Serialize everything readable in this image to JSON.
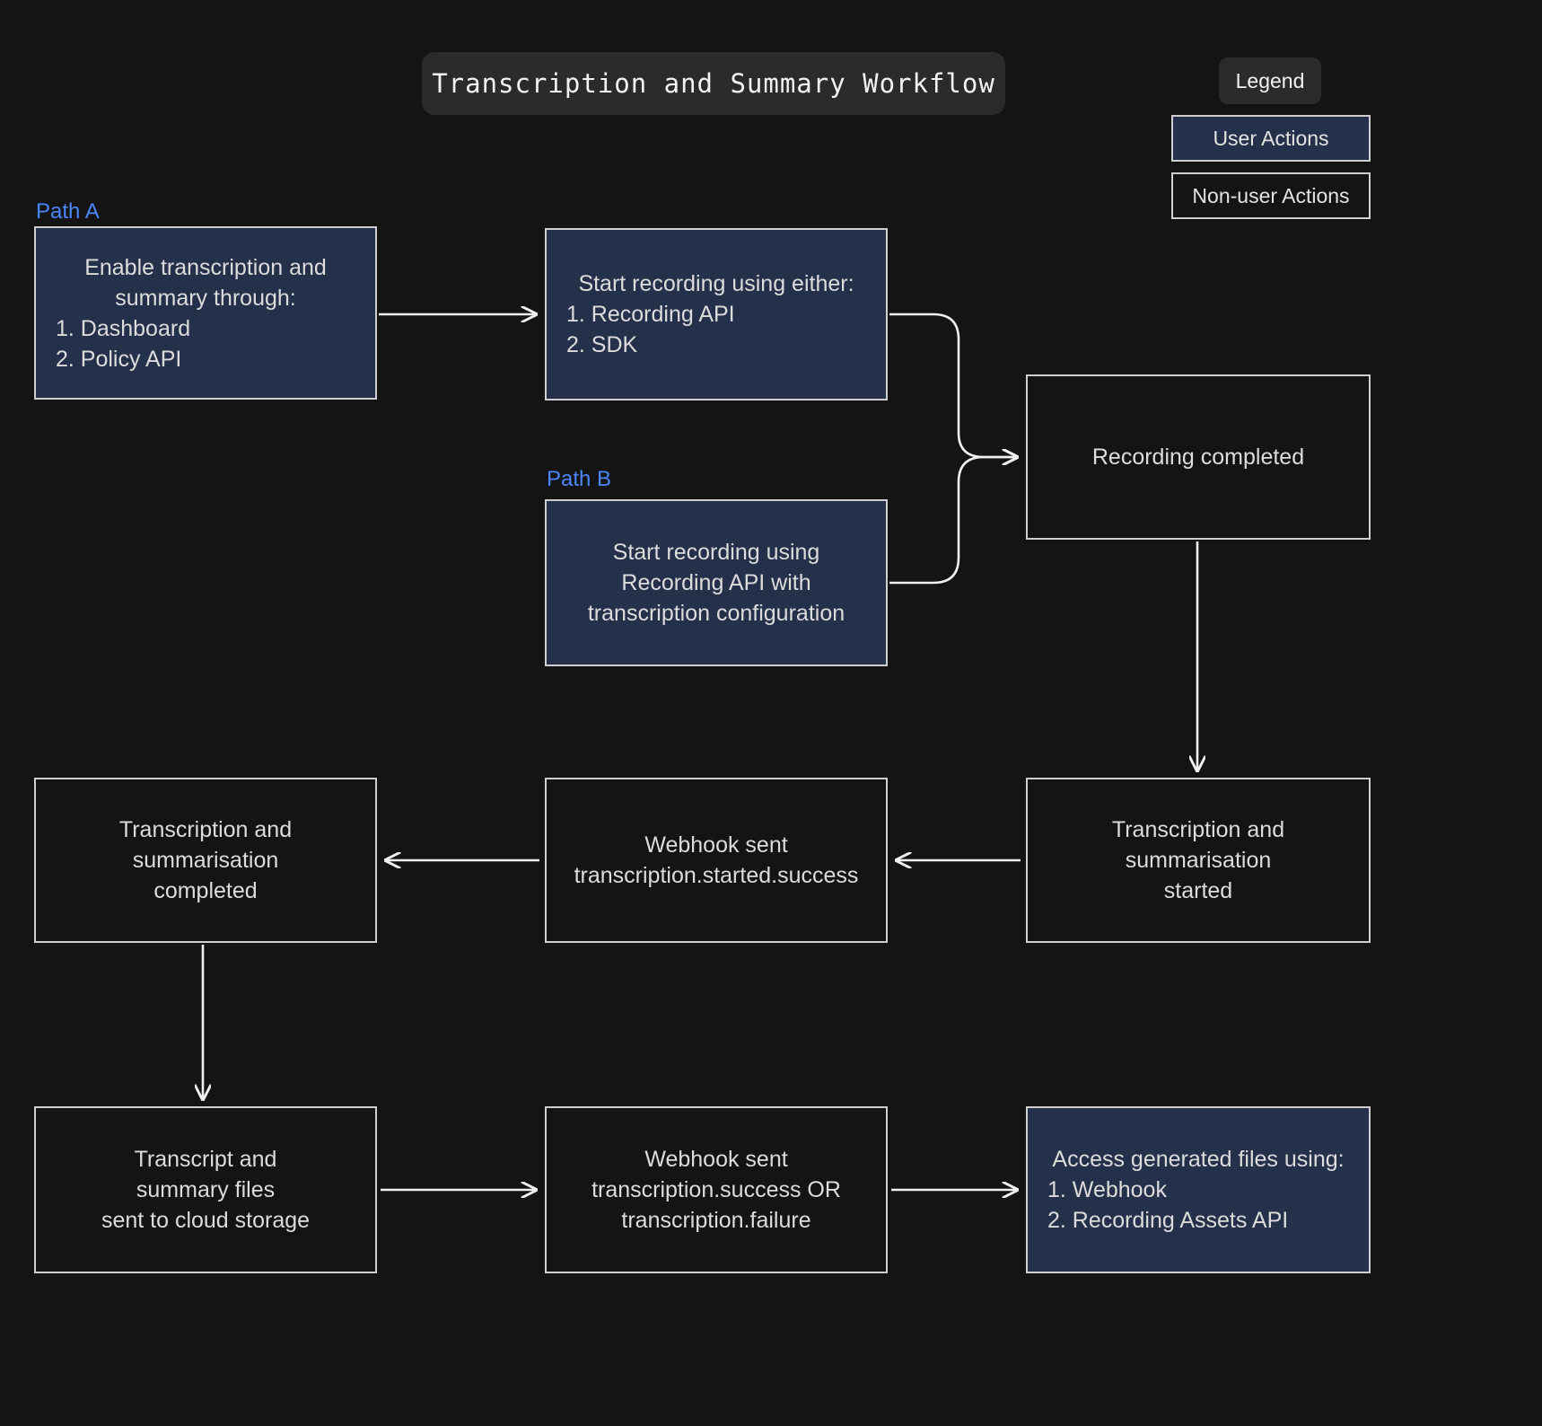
{
  "diagram": {
    "title": "Transcription and Summary Workflow",
    "background_color": "#141414",
    "accent_blue": "#25304a",
    "path_label_color": "#4a86f7",
    "stroke_color": "#cfcfcf"
  },
  "legend": {
    "heading": "Legend",
    "items": [
      {
        "label": "User Actions",
        "style": "blue-filled"
      },
      {
        "label": "Non-user Actions",
        "style": "outline"
      }
    ]
  },
  "path_labels": {
    "a": "Path A",
    "b": "Path B"
  },
  "nodes": [
    {
      "id": "enable",
      "kind": "user",
      "lines_centered": [
        "Enable transcription and",
        "summary through:"
      ],
      "lines_list": [
        "1. Dashboard",
        "2. Policy API"
      ]
    },
    {
      "id": "start-either",
      "kind": "user",
      "lines_centered": [
        "Start recording using either:"
      ],
      "lines_list": [
        "1. Recording API",
        "2. SDK"
      ]
    },
    {
      "id": "start-config",
      "kind": "user",
      "lines_centered": [
        "Start recording using",
        "Recording API with",
        "transcription configuration"
      ],
      "lines_list": []
    },
    {
      "id": "rec-complete",
      "kind": "non-user",
      "lines_centered": [
        "Recording completed"
      ],
      "lines_list": []
    },
    {
      "id": "trans-started",
      "kind": "non-user",
      "lines_centered": [
        "Transcription and",
        "summarisation",
        "started"
      ],
      "lines_list": []
    },
    {
      "id": "webhook-start",
      "kind": "non-user",
      "lines_centered": [
        "Webhook sent",
        "transcription.started.success"
      ],
      "lines_list": []
    },
    {
      "id": "trans-done",
      "kind": "non-user",
      "lines_centered": [
        "Transcription and",
        "summarisation",
        "completed"
      ],
      "lines_list": []
    },
    {
      "id": "files-cloud",
      "kind": "non-user",
      "lines_centered": [
        "Transcript and",
        "summary files",
        "sent to cloud storage"
      ],
      "lines_list": []
    },
    {
      "id": "webhook-end",
      "kind": "non-user",
      "lines_centered": [
        "Webhook sent",
        "transcription.success OR",
        "transcription.failure"
      ],
      "lines_list": []
    },
    {
      "id": "access-files",
      "kind": "user",
      "lines_centered": [
        "Access generated files using:"
      ],
      "lines_list": [
        "1. Webhook",
        "2. Recording Assets API"
      ]
    }
  ],
  "node_text": {
    "enable": {
      "l1": "Enable transcription and",
      "l2": "summary through:",
      "i1": "1. Dashboard",
      "i2": "2. Policy API"
    },
    "start_either": {
      "l1": "Start recording using either:",
      "i1": "1. Recording API",
      "i2": "2. SDK"
    },
    "start_config": {
      "l1": "Start recording using",
      "l2": "Recording API with",
      "l3": "transcription configuration"
    },
    "rec_complete": {
      "l1": "Recording completed"
    },
    "trans_started": {
      "l1": "Transcription and",
      "l2": "summarisation",
      "l3": "started"
    },
    "webhook_start": {
      "l1": "Webhook sent",
      "l2": "transcription.started.success"
    },
    "trans_done": {
      "l1": "Transcription and",
      "l2": "summarisation",
      "l3": "completed"
    },
    "files_cloud": {
      "l1": "Transcript and",
      "l2": "summary files",
      "l3": "sent to cloud storage"
    },
    "webhook_end": {
      "l1": "Webhook sent",
      "l2": "transcription.success OR",
      "l3": "transcription.failure"
    },
    "access_files": {
      "l1": "Access generated files using:",
      "i1": "1. Webhook",
      "i2": "2. Recording Assets API"
    }
  },
  "edges": [
    {
      "from": "enable",
      "to": "start-either",
      "style": "straight-right"
    },
    {
      "from": "start-either",
      "to": "rec-complete",
      "style": "curved-merge"
    },
    {
      "from": "start-config",
      "to": "rec-complete",
      "style": "curved-merge"
    },
    {
      "from": "rec-complete",
      "to": "trans-started",
      "style": "straight-down"
    },
    {
      "from": "trans-started",
      "to": "webhook-start",
      "style": "straight-left"
    },
    {
      "from": "webhook-start",
      "to": "trans-done",
      "style": "straight-left"
    },
    {
      "from": "trans-done",
      "to": "files-cloud",
      "style": "straight-down"
    },
    {
      "from": "files-cloud",
      "to": "webhook-end",
      "style": "straight-right"
    },
    {
      "from": "webhook-end",
      "to": "access-files",
      "style": "straight-right"
    }
  ]
}
